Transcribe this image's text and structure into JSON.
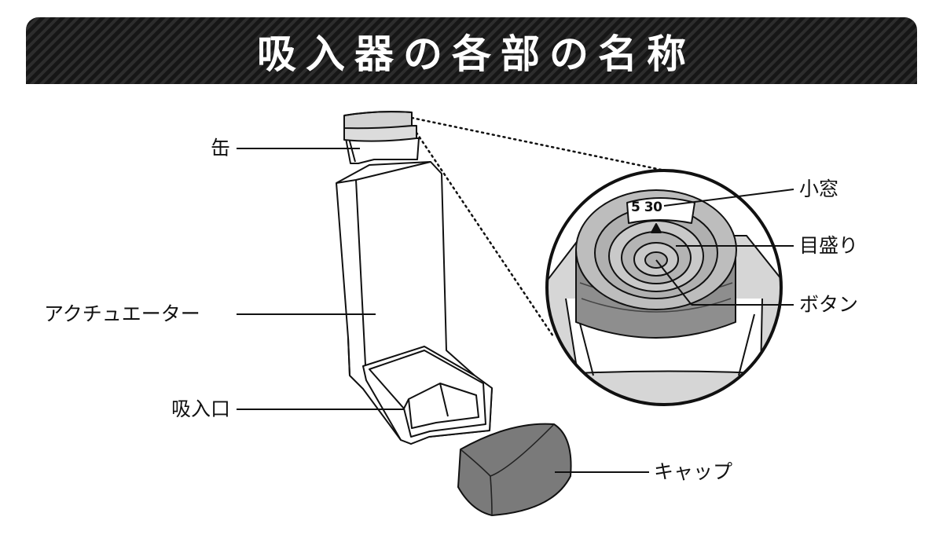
{
  "title": "吸入器の各部の名称",
  "labels": {
    "can": "缶",
    "actuator": "アクチュエーター",
    "mouthpiece": "吸入口",
    "cap": "キャップ",
    "window": "小窓",
    "scale": "目盛り",
    "button": "ボタン"
  },
  "counter_window_value": "5 30",
  "colors": {
    "banner": "#1f1f1f",
    "body_fill": "#ffffff",
    "can_fill": "#dcdcdc",
    "cap_fill": "#7a7a7a",
    "dial_fill": "#9c9c9c",
    "dial_light": "#c8c8c8",
    "outline": "#111111"
  }
}
